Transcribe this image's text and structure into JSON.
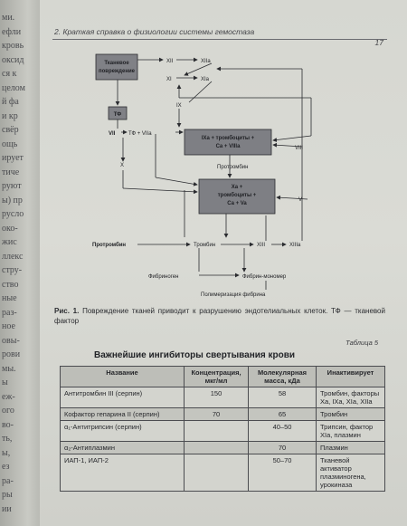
{
  "prev_page_fragments": [
    "ми.",
    "ефли",
    "кровь",
    "оксид",
    "ся к",
    "целом",
    "й фа",
    "и кр",
    "свёр",
    "ощь",
    "ирует",
    "тиче",
    "руют",
    "ы) пр",
    "русло",
    "око-",
    "жис",
    "ллекс",
    "стру-",
    "ство",
    "ные",
    "раз-",
    "ное",
    "овы-",
    "рови",
    "мы.",
    "ы",
    "еж-",
    "ого",
    "во-",
    "ть,",
    "ы,",
    "ез",
    "ра-",
    "ры",
    "ии"
  ],
  "header": {
    "running_title": "2. Краткая справка о физиологии системы гемостаза",
    "page_number": "17"
  },
  "diagram": {
    "tissue_damage": "Тканевое повреждение",
    "tf": "ТФ",
    "xii": "XII",
    "xiia_top": "XIIa",
    "xi": "XI",
    "xia": "XIa",
    "ix": "IX",
    "vii": "VII",
    "tf_viia": "ТФ + VIIa",
    "ixa_box": [
      "IXa + тромбоциты +",
      "Ca + VIIIa"
    ],
    "viii": "VIII",
    "prothrombin_small": "Протромбин",
    "x": "X",
    "xa_box": [
      "Xa +",
      "тромбоциты +",
      "Ca + Va"
    ],
    "v": "V",
    "prothrombin": "Протромбин",
    "thrombin": "Тромбин",
    "xiii": "XIII",
    "xiiia": "XIIIa",
    "fibrinogen": "Фибриноген",
    "fibrin_monomer": "Фибрин-мономер",
    "fibrin_polymerization": "Полимеризация фибрина"
  },
  "caption": {
    "label": "Рис. 1.",
    "text": "Повреждение тканей приводит к разрушению эндотелиальных клеток. ТФ — тканевой фактор"
  },
  "table": {
    "label": "Таблица 5",
    "title": "Важнейшие ингибиторы свертывания крови",
    "headers": [
      "Название",
      "Концентрация, мкг/мл",
      "Молекулярная масса, кДа",
      "Инактивирует"
    ],
    "rows": [
      [
        "Антитромбин III (серпин)",
        "150",
        "58",
        "Тромбин, факторы Xa, IXa, XIa, XIIa"
      ],
      [
        "Кофактор гепарина II (серпин)",
        "70",
        "65",
        "Тромбин"
      ],
      [
        "α₁-Антитрипсин (серпин)",
        "",
        "40–50",
        "Трипсин, фактор XIa, плазмин"
      ],
      [
        "α₂-Антиплазмин",
        "",
        "70",
        "Плазмин"
      ],
      [
        "ИАП-1, ИАП-2",
        "",
        "50–70",
        "Тканевой активатор плазминогена, урокиназа"
      ]
    ]
  }
}
